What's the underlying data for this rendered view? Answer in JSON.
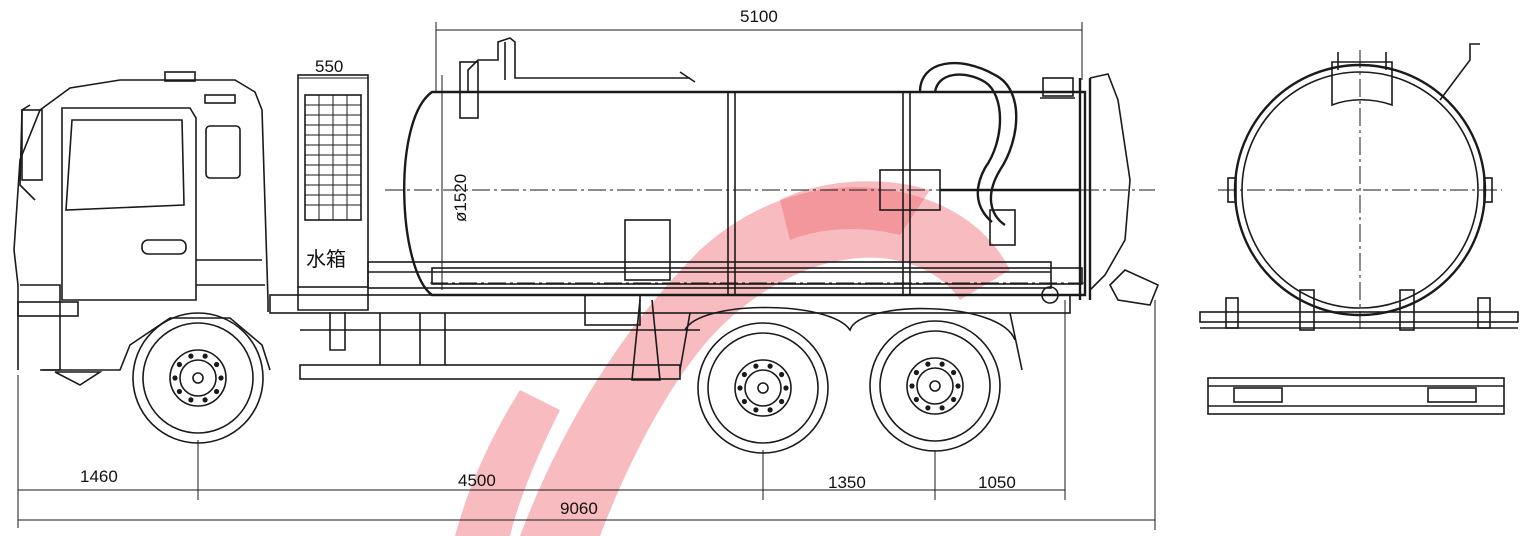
{
  "dimensions": {
    "tank_length": "5100",
    "radiator_width": "550",
    "tank_diameter": "ø1520",
    "front_overhang": "1460",
    "wheelbase": "4500",
    "axle_spacing": "1350",
    "rear_overhang": "1050",
    "overall_length": "9060"
  },
  "labels": {
    "water_tank": "水箱"
  },
  "colors": {
    "line": "#1a1a1a",
    "watermark": "#f06a74",
    "background": "#ffffff"
  }
}
